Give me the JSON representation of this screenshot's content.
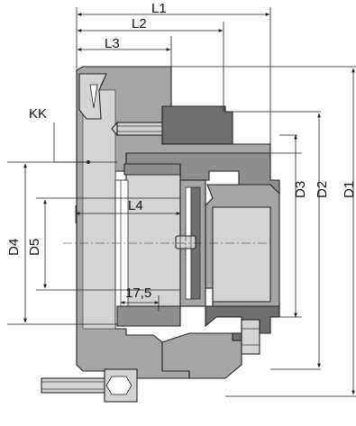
{
  "drawing": {
    "title": "",
    "labels": {
      "L1": "L1",
      "L2": "L2",
      "L3": "L3",
      "L4": "L4",
      "KK": "KK",
      "D1": "D1",
      "D2": "D2",
      "D3": "D3",
      "D4": "D4",
      "D5": "D5",
      "dim_17_5": "17,5"
    },
    "colors": {
      "body": "#a6a6a6",
      "light": "#d4d4d4",
      "dark": "#6f6f6f",
      "line": "#222222",
      "background": "#ffffff"
    }
  }
}
